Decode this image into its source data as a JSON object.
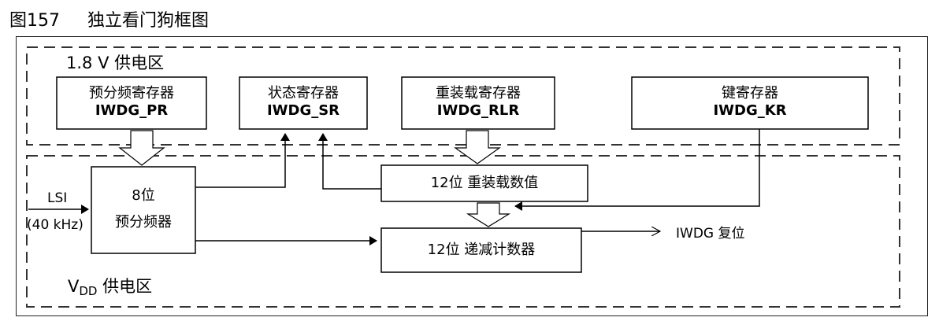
{
  "figure": {
    "caption": "图157     独立看门狗框图"
  },
  "zones": {
    "v18": "1.8 V 供电区",
    "vdd_prefix": "V",
    "vdd_sub": "DD",
    "vdd_suffix": " 供电区"
  },
  "registers": {
    "prescaler": {
      "title": "预分频寄存器",
      "name": "IWDG_PR"
    },
    "status": {
      "title": "状态寄存器",
      "name": "IWDG_SR"
    },
    "reload": {
      "title": "重装载寄存器",
      "name": "IWDG_RLR"
    },
    "key": {
      "title": "键寄存器",
      "name": "IWDG_KR"
    }
  },
  "blocks": {
    "prescaler_line1": "8位",
    "prescaler_line2": "预分频器",
    "reload_value": "12位 重装载数值",
    "down_counter": "12位 递减计数器"
  },
  "signals": {
    "lsi": "LSI",
    "lsi_freq": "(40 kHz)",
    "reset": "IWDG 复位"
  }
}
